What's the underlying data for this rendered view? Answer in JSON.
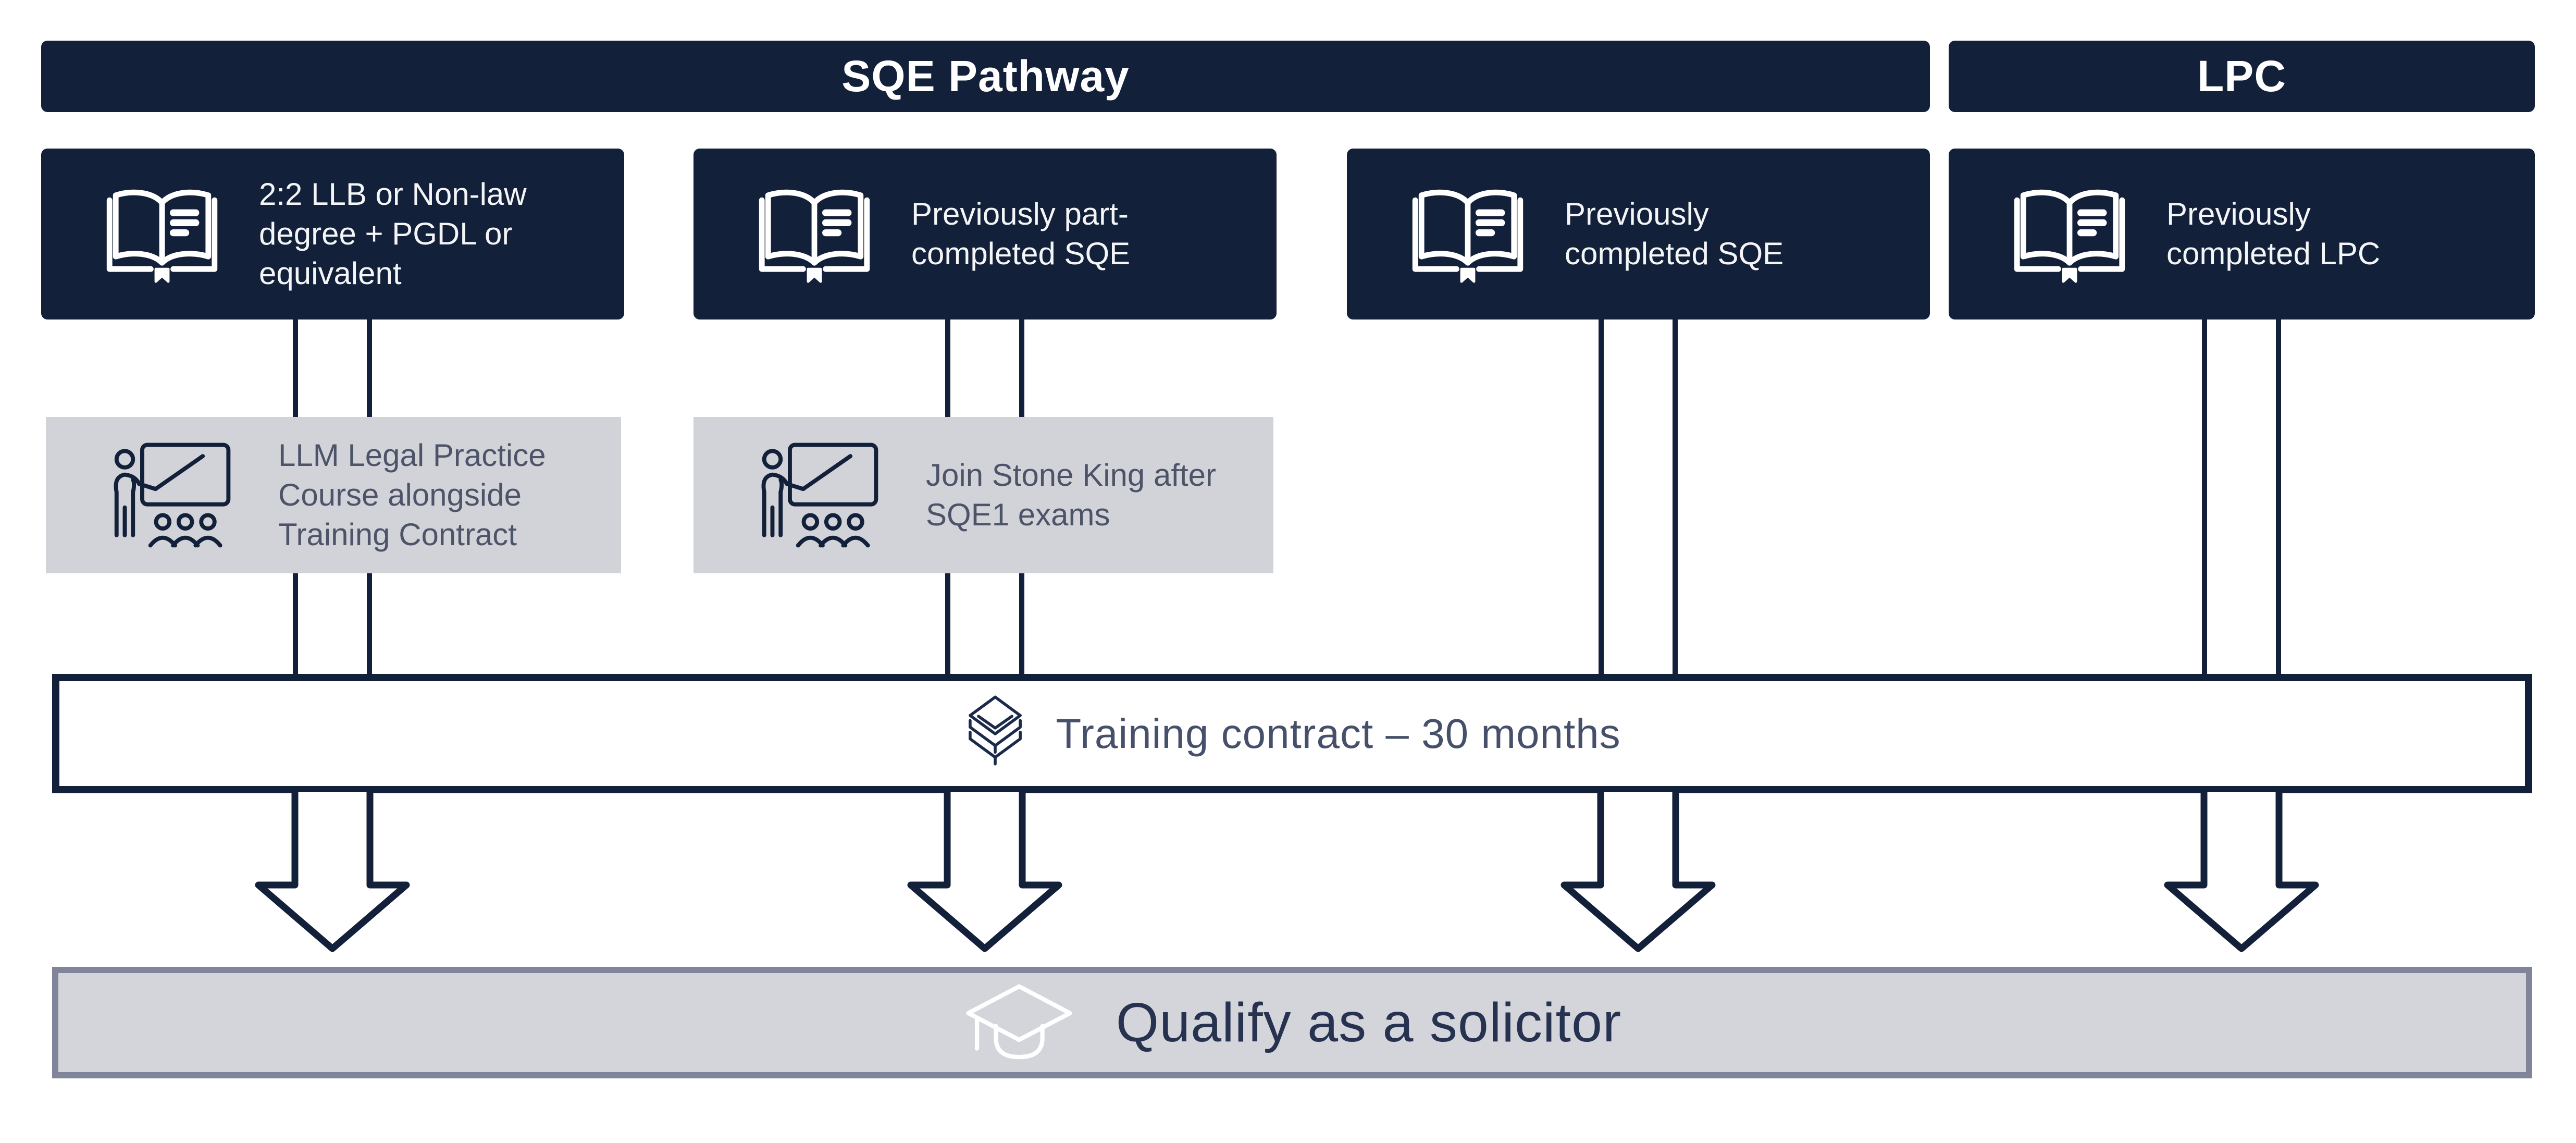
{
  "palette": {
    "navy": "#13203A",
    "gray_box_fill": "#D2D3D8",
    "slate_text": "#4D5469",
    "training_text": "#47506B",
    "result_fill": "#D4D5DA",
    "result_border": "#81859A",
    "result_text": "#26324F",
    "white": "#FFFFFF"
  },
  "headers": {
    "sqe": "SQE Pathway",
    "lpc": "LPC"
  },
  "entry_boxes": [
    {
      "label": "2:2 LLB or Non-law degree + PGDL or equivalent"
    },
    {
      "label": "Previously part-completed SQE"
    },
    {
      "label": "Previously completed SQE"
    },
    {
      "label": "Previously completed LPC"
    }
  ],
  "course_boxes": [
    {
      "label": "LLM Legal Practice Course alongside Training Contract"
    },
    {
      "label": "Join Stone King after SQE1 exams"
    }
  ],
  "training_bar": {
    "label": "Training contract – 30 months"
  },
  "result_bar": {
    "label": "Qualify as a solicitor"
  },
  "icons": {
    "entry": "open-book-icon",
    "course": "training-presentation-icon",
    "training": "books-stack-icon",
    "result": "graduation-cap-icon"
  }
}
